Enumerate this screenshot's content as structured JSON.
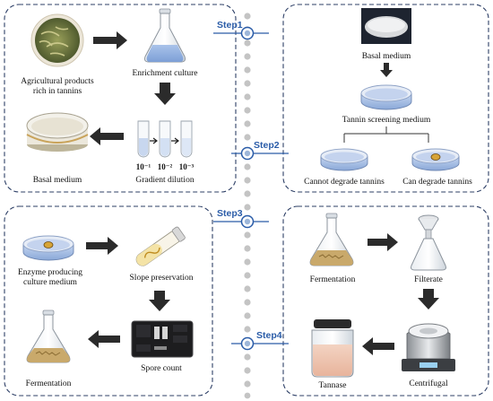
{
  "steps": [
    "Step1",
    "Step2",
    "Step3",
    "Step4"
  ],
  "panel1": {
    "agri_line1": "Agricultural products",
    "agri_line2": "rich in tannins",
    "enrichment": "Enrichment culture",
    "gradient": "Gradient dilution",
    "basal": "Basal medium",
    "dilutions": [
      "10⁻¹",
      "10⁻²",
      "10⁻³"
    ]
  },
  "panel2": {
    "basal": "Basal medium",
    "screening": "Tannin screening medium",
    "cannot": "Cannot degrade tannins",
    "can": "Can degrade tannins"
  },
  "panel3": {
    "enzyme_line1": "Enzyme producing",
    "enzyme_line2": "culture medium",
    "slope": "Slope preservation",
    "spore": "Spore count",
    "fermentation": "Fermentation"
  },
  "panel4": {
    "fermentation": "Fermentation",
    "filterate": "Filterate",
    "centrifugal": "Centrifugal",
    "tannase": "Tannase"
  }
}
